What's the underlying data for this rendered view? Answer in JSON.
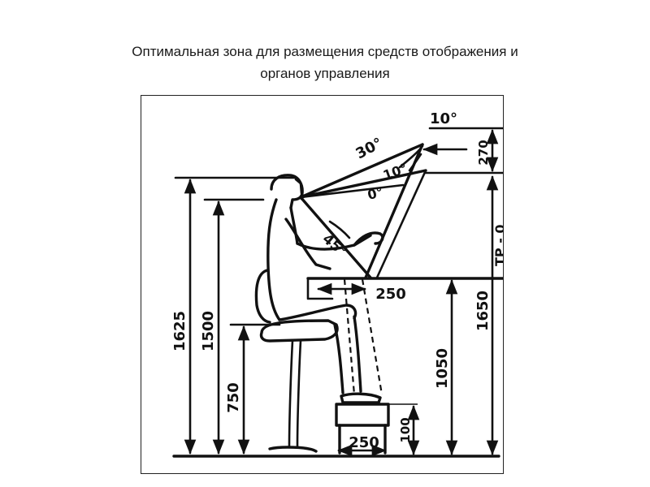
{
  "title": {
    "line1": "Оптимальная зона для размещения средств отображения и",
    "line2": "органов управления"
  },
  "diagram": {
    "angles": {
      "a10_top": "10°",
      "a30": "30°",
      "a10_mid": "10°",
      "a0": "0°",
      "a45": "45°"
    },
    "dimensions": {
      "d270": "270",
      "d1625": "1625",
      "d1500": "1500",
      "d750": "750",
      "d1050": "1050",
      "d1650": "1650",
      "d250_top": "250",
      "d250_bottom": "250",
      "d100": "100"
    },
    "cropped_label": "ТР - 0"
  }
}
